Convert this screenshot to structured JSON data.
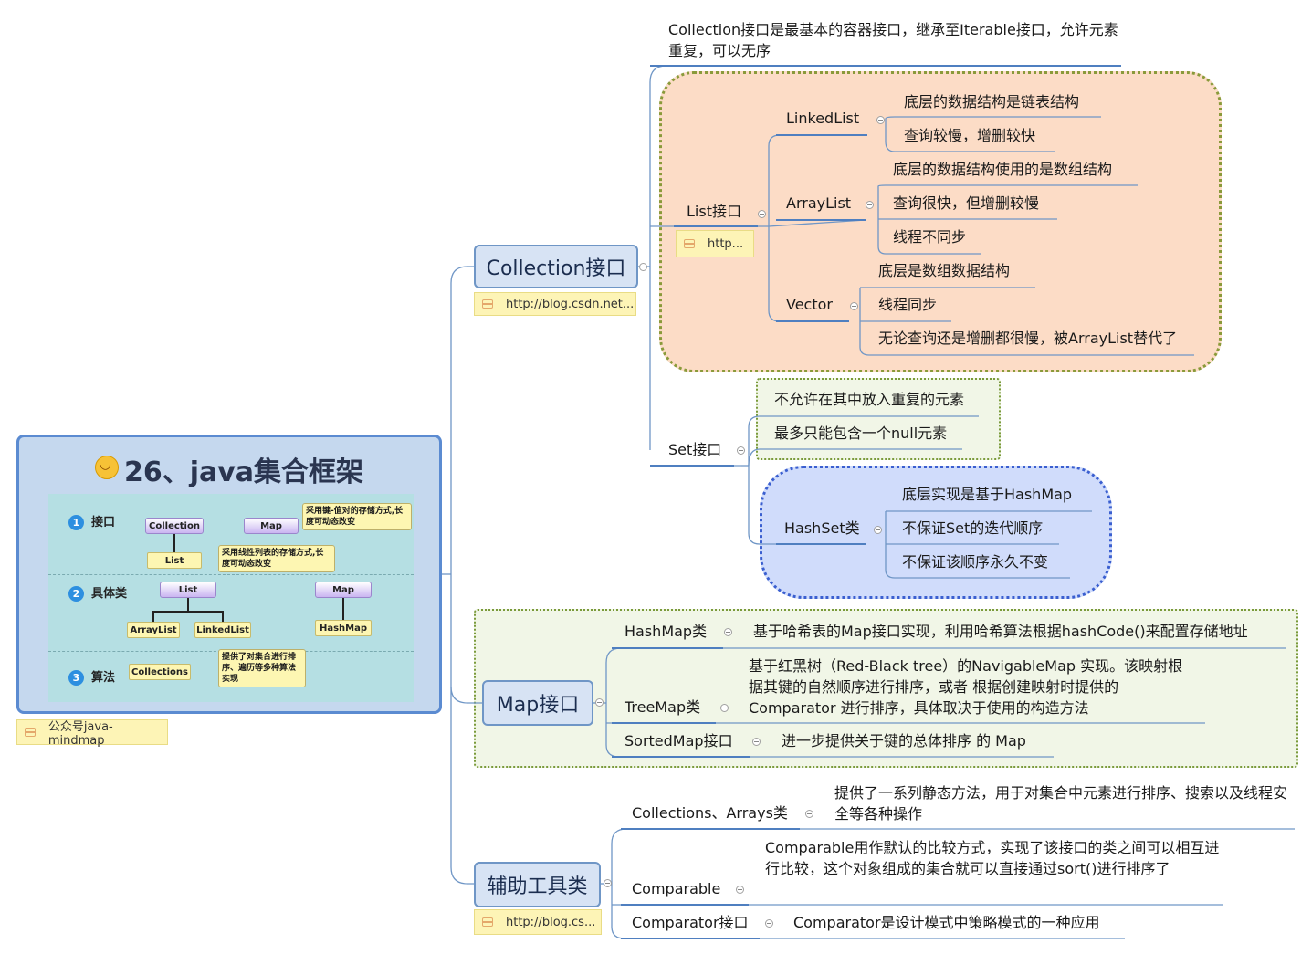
{
  "central": {
    "title": "26、java集合框架",
    "note": "公众号java-mindmap",
    "figure": {
      "row1": {
        "num": "1",
        "label": "接口"
      },
      "row2": {
        "num": "2",
        "label": "具体类"
      },
      "row3": {
        "num": "3",
        "label": "算法"
      },
      "collection": "Collection",
      "map": "Map",
      "list": "List",
      "list2": "List",
      "map2": "Map",
      "arraylist": "ArrayList",
      "linkedlist": "LinkedList",
      "hashmap": "HashMap",
      "collections": "Collections",
      "callout_map": "采用键-值对的存储方式,长度可动态改变",
      "callout_list": "采用线性列表的存储方式,长度可动态改变",
      "callout_collections": "提供了对集合进行排序、遍历等多种算法实现"
    }
  },
  "collection": {
    "label": "Collection接口",
    "note": "http://blog.csdn.net...",
    "desc": "Collection接口是最基本的容器接口，继承至Iterable接口，允许元素重复，可以无序",
    "list": {
      "label": "List接口",
      "note": "http...",
      "linkedlist": {
        "label": "LinkedList",
        "items": [
          "底层的数据结构是链表结构",
          "查询较慢，增删较快"
        ]
      },
      "arraylist": {
        "label": "ArrayList",
        "items": [
          "底层的数据结构使用的是数组结构",
          "查询很快，但增删较慢",
          "线程不同步"
        ]
      },
      "vector": {
        "label": "Vector",
        "items": [
          "底层是数组数据结构",
          "线程同步",
          "无论查询还是增删都很慢，被ArrayList替代了"
        ]
      }
    },
    "set": {
      "label": "Set接口",
      "items": [
        "不允许在其中放入重复的元素",
        "最多只能包含一个null元素"
      ],
      "hashset": {
        "label": "HashSet类",
        "items": [
          "底层实现是基于HashMap",
          "不保证Set的迭代顺序",
          "不保证该顺序永久不变"
        ]
      }
    }
  },
  "map": {
    "label": "Map接口",
    "hashmap": {
      "label": "HashMap类",
      "desc": "基于哈希表的Map接口实现，利用哈希算法根据hashCode()来配置存储地址"
    },
    "treemap": {
      "label": "TreeMap类",
      "desc": "基于红黑树（Red-Black tree）的NavigableMap 实现。该映射根据其键的自然顺序进行排序，或者 根据创建映射时提供的Comparator 进行排序，具体取决于使用的构造方法"
    },
    "sortedmap": {
      "label": "SortedMap接口",
      "desc": "进一步提供关于键的总体排序 的 Map"
    }
  },
  "tools": {
    "label": "辅助工具类",
    "note": "http://blog.cs...",
    "collections": {
      "label": "Collections、Arrays类",
      "desc": "提供了一系列静态方法，用于对集合中元素进行排序、搜索以及线程安全等各种操作"
    },
    "comparable": {
      "label": "Comparable",
      "desc": "Comparable用作默认的比较方式，实现了该接口的类之间可以相互进行比较，这个对象组成的集合就可以直接通过sort()进行排序了"
    },
    "comparator": {
      "label": "Comparator接口",
      "desc": "Comparator是设计模式中策略模式的一种应用"
    }
  },
  "colors": {
    "topic_fill": "#d7e3f4",
    "topic_border": "#6f96c6",
    "line": "#6f96c6",
    "list_cloud": "#fcdcc6",
    "hashset_cloud": "#d0dcfb",
    "green_box": "#f1f6e7",
    "note": "#fdf4b6"
  }
}
